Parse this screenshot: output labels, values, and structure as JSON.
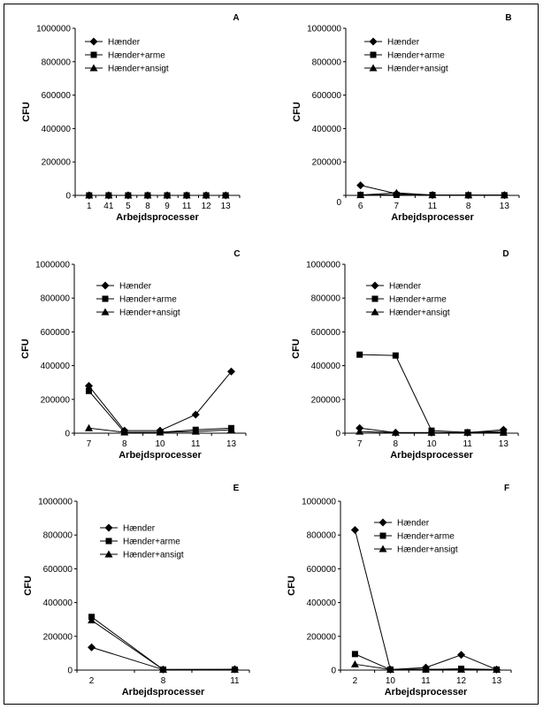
{
  "series_names": [
    "Hænder",
    "Hænder+arme",
    "Hænder+ansigt"
  ],
  "series_markers": [
    "diamond",
    "square",
    "triangle"
  ],
  "colors": {
    "line": "#000000",
    "marker": "#000000"
  },
  "chart_data": [
    {
      "id": "A",
      "panel_label": "A",
      "type": "line",
      "categories": [
        "1",
        "41",
        "5",
        "8",
        "9",
        "11",
        "12",
        "13"
      ],
      "xlabel": "Arbejdsprocesser",
      "ylabel": "CFU",
      "ylim": [
        0,
        1000000
      ],
      "yticks": [
        "0",
        "200000",
        "400000",
        "600000",
        "800000",
        "1000000"
      ],
      "legend_position": "top-left",
      "series": [
        {
          "name": "Hænder",
          "values": [
            0,
            0,
            0,
            0,
            0,
            0,
            0,
            0
          ]
        },
        {
          "name": "Hænder+arme",
          "values": [
            0,
            0,
            0,
            0,
            0,
            0,
            0,
            0
          ]
        },
        {
          "name": "Hænder+ansigt",
          "values": [
            0,
            0,
            0,
            0,
            0,
            0,
            0,
            0
          ]
        }
      ]
    },
    {
      "id": "B",
      "panel_label": "B",
      "type": "line",
      "categories": [
        "6",
        "7",
        "11",
        "8",
        "13"
      ],
      "xlabel": "Arbejdsprocesser",
      "ylabel": "CFU",
      "ylim": [
        0,
        1000000
      ],
      "yticks": [
        "",
        "200000",
        "400000",
        "600000",
        "800000",
        "1000000"
      ],
      "origin_label": "0",
      "legend_position": "top-left",
      "series": [
        {
          "name": "Hænder",
          "values": [
            60000,
            10000,
            2000,
            1000,
            1000
          ]
        },
        {
          "name": "Hænder+arme",
          "values": [
            3000,
            3000,
            2000,
            1000,
            1000
          ]
        },
        {
          "name": "Hænder+ansigt",
          "values": [
            2000,
            15000,
            2000,
            1000,
            1000
          ]
        }
      ]
    },
    {
      "id": "C",
      "panel_label": "C",
      "type": "line",
      "categories": [
        "7",
        "8",
        "10",
        "11",
        "13"
      ],
      "xlabel": "Arbejdsprocesser",
      "ylabel": "CFU",
      "ylim": [
        0,
        1000000
      ],
      "yticks": [
        "0",
        "200000",
        "400000",
        "600000",
        "800000",
        "1000000"
      ],
      "legend_position": "top-left",
      "series": [
        {
          "name": "Hænder",
          "values": [
            280000,
            15000,
            15000,
            110000,
            365000
          ]
        },
        {
          "name": "Hænder+arme",
          "values": [
            250000,
            5000,
            5000,
            20000,
            30000
          ]
        },
        {
          "name": "Hænder+ansigt",
          "values": [
            30000,
            5000,
            5000,
            10000,
            20000
          ]
        }
      ]
    },
    {
      "id": "D",
      "panel_label": "D",
      "type": "line",
      "categories": [
        "7",
        "8",
        "10",
        "11",
        "13"
      ],
      "xlabel": "Arbejdsprocesser",
      "ylabel": "CFU",
      "ylim": [
        0,
        1000000
      ],
      "yticks": [
        "0",
        "200000",
        "400000",
        "600000",
        "800000",
        "1000000"
      ],
      "legend_position": "top-left",
      "series": [
        {
          "name": "Hænder",
          "values": [
            30000,
            3000,
            3000,
            3000,
            20000
          ]
        },
        {
          "name": "Hænder+arme",
          "values": [
            465000,
            460000,
            15000,
            5000,
            10000
          ]
        },
        {
          "name": "Hænder+ansigt",
          "values": [
            10000,
            3000,
            3000,
            3000,
            3000
          ]
        }
      ]
    },
    {
      "id": "E",
      "panel_label": "E",
      "type": "line",
      "categories": [
        "2",
        "8",
        "11"
      ],
      "xlabel": "Arbejdsprocesser",
      "ylabel": "CFU",
      "ylim": [
        0,
        1000000
      ],
      "yticks": [
        "0",
        "200000",
        "400000",
        "600000",
        "800000",
        "1000000"
      ],
      "legend_position": "top-left",
      "series": [
        {
          "name": "Hænder",
          "values": [
            135000,
            3000,
            5000
          ]
        },
        {
          "name": "Hænder+arme",
          "values": [
            315000,
            3000,
            3000
          ]
        },
        {
          "name": "Hænder+ansigt",
          "values": [
            295000,
            3000,
            3000
          ]
        }
      ]
    },
    {
      "id": "F",
      "panel_label": "F",
      "type": "line",
      "categories": [
        "2",
        "10",
        "11",
        "12",
        "13"
      ],
      "xlabel": "Arbejdsprocesser",
      "ylabel": "CFU",
      "ylim": [
        0,
        1000000
      ],
      "yticks": [
        "0",
        "200000",
        "400000",
        "600000",
        "800000",
        "1000000"
      ],
      "legend_position": "top-right",
      "series": [
        {
          "name": "Hænder",
          "values": [
            830000,
            3000,
            15000,
            90000,
            3000
          ]
        },
        {
          "name": "Hænder+arme",
          "values": [
            95000,
            3000,
            3000,
            8000,
            3000
          ]
        },
        {
          "name": "Hænder+ansigt",
          "values": [
            35000,
            3000,
            5000,
            3000,
            3000
          ]
        }
      ]
    }
  ]
}
